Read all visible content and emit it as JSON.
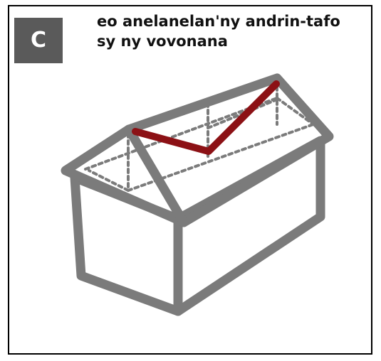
{
  "label": {
    "letter": "C"
  },
  "caption": {
    "line1": "eo anelanelan'ny andrin-tafo",
    "line2": "sy ny vovonana"
  },
  "colors": {
    "structure": "#7b7b7b",
    "highlight": "#8c1115",
    "label_bg": "#5a5a5a",
    "border": "#000000"
  }
}
